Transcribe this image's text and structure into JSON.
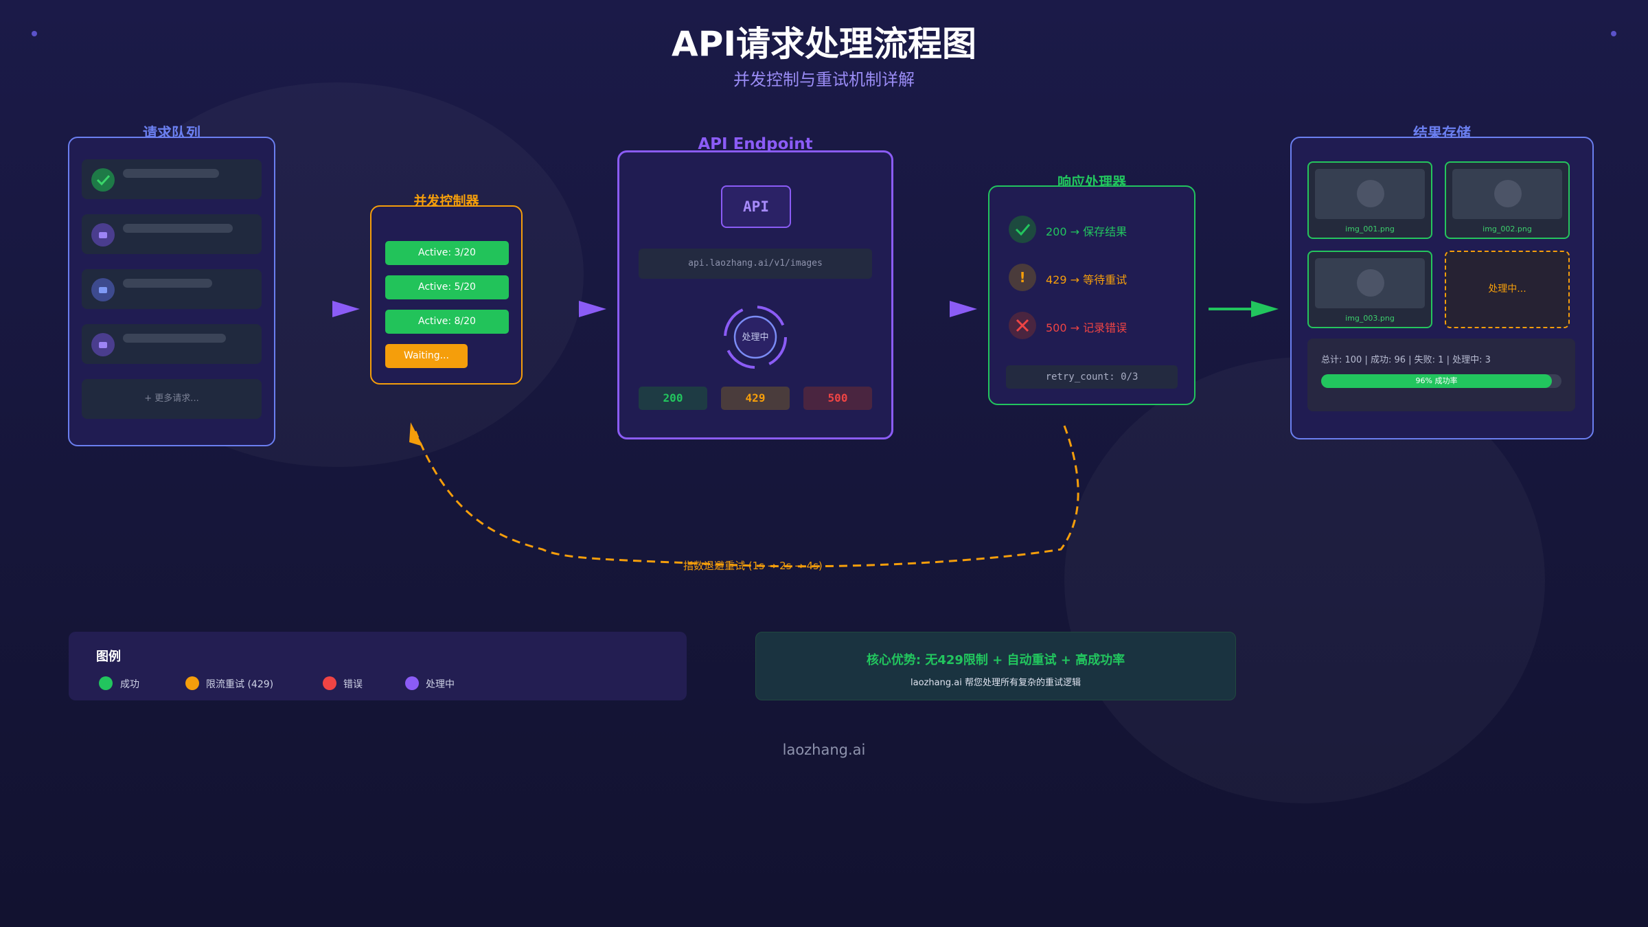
{
  "header": {
    "title": "API请求处理流程图",
    "subtitle": "并发控制与重试机制详解"
  },
  "queue": {
    "title": "请求队列",
    "more_label": "+ 更多请求..."
  },
  "concurrency": {
    "title": "并发控制器",
    "slots": [
      "Active: 3/20",
      "Active: 5/20",
      "Active: 8/20"
    ],
    "waiting_label": "Waiting..."
  },
  "endpoint": {
    "title": "API Endpoint",
    "badge": "API",
    "url": "api.laozhang.ai/v1/images",
    "spinner_label": "处理中",
    "status_codes": [
      "200",
      "429",
      "500"
    ]
  },
  "response": {
    "title": "响应处理器",
    "rows": [
      "200 → 保存结果",
      "429 → 等待重试",
      "500 → 记录错误"
    ],
    "retry_counter": "retry_count: 0/3"
  },
  "storage": {
    "title": "结果存储",
    "files": [
      "img_001.png",
      "img_002.png",
      "img_003.png"
    ],
    "pending_label": "处理中...",
    "summary": "总计: 100 | 成功: 96 | 失败: 1 | 处理中: 3",
    "progress_label": "96% 成功率",
    "progress_fraction": 0.96
  },
  "retry_path": {
    "label": "指数退避重试 (1s → 2s → 4s)"
  },
  "legend": {
    "title": "图例",
    "items": [
      {
        "label": "成功",
        "color": "#22c55e"
      },
      {
        "label": "限流重试 (429)",
        "color": "#f59e0b"
      },
      {
        "label": "错误",
        "color": "#ef4444"
      },
      {
        "label": "处理中",
        "color": "#8b5cf6"
      }
    ]
  },
  "advantage": {
    "headline": "核心优势: 无429限制 + 自动重试 + 高成功率",
    "description": "laozhang.ai 帮您处理所有复杂的重试逻辑"
  },
  "footer": {
    "brand": "laozhang.ai"
  },
  "colors": {
    "accent_purple": "#8b5cf6",
    "accent_blue": "#6b7ff0",
    "success": "#22c55e",
    "warning": "#f59e0b",
    "error": "#ef4444"
  }
}
